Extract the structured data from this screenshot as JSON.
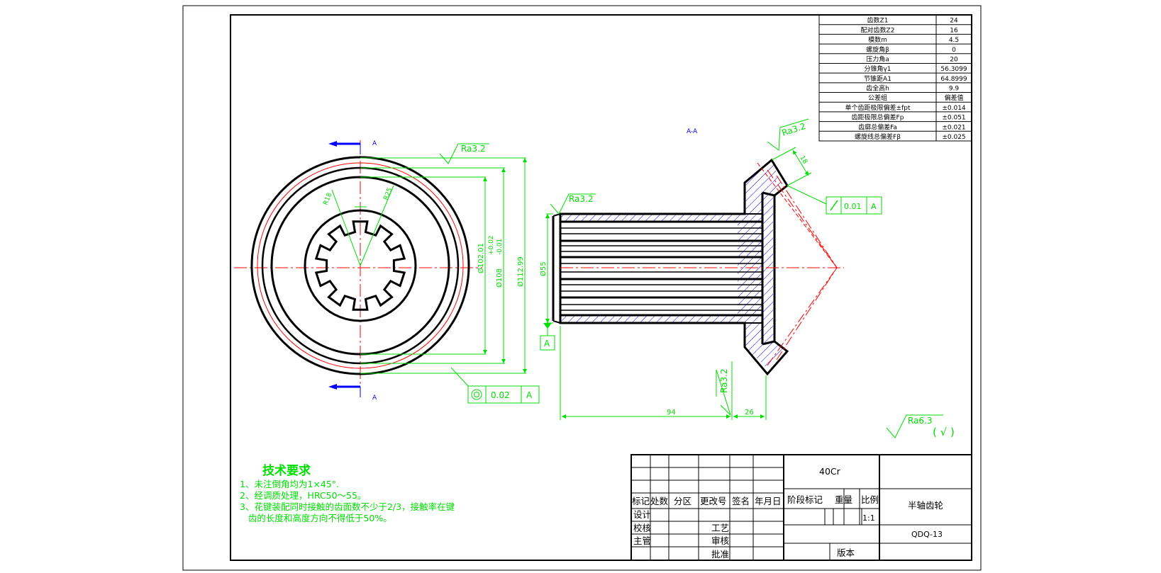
{
  "param_table": [
    {
      "label": "齿数Z1",
      "value": "24"
    },
    {
      "label": "配对齿数Z2",
      "value": "16"
    },
    {
      "label": "模数m",
      "value": "4.5"
    },
    {
      "label": "螺旋角β",
      "value": "0"
    },
    {
      "label": "压力角a",
      "value": "20"
    },
    {
      "label": "分锥角γ1",
      "value": "56.3099"
    },
    {
      "label": "节锥距A1",
      "value": "64.8999"
    },
    {
      "label": "齿全高h",
      "value": "9.9"
    },
    {
      "label": "公差组",
      "value": "偏差值"
    },
    {
      "label": "单个齿距极限偏差±fpt",
      "value": "±0.014"
    },
    {
      "label": "齿距极限总偏差Fp",
      "value": "±0.051"
    },
    {
      "label": "齿廓总偏差Fa",
      "value": "±0.021"
    },
    {
      "label": "螺旋线总偏差Fβ",
      "value": "±0.025"
    }
  ],
  "section": {
    "mark": "A",
    "title": "A-A"
  },
  "datum": "A",
  "roughness": {
    "ra32": "Ra3.2",
    "overall": "Ra6.3",
    "overall_suffix": "( √ )"
  },
  "dimensions": {
    "d_102": "Ø102.01",
    "d_108": "Ø108",
    "d_108_tol_up": "+0.02",
    "d_108_tol_low": "-0.01",
    "d_112": "Ø112.99",
    "d_55": "Ø55",
    "len_94": "94",
    "len_26": "26",
    "len_18": "18",
    "r18": "R18",
    "r25": "R25"
  },
  "tolerances": {
    "concentricity_value": "0.02",
    "runout_value": "0.01"
  },
  "tech_requirements": {
    "title": "技术要求",
    "lines": [
      "1、未注倒角均为1×45°.",
      "2、经调质处理，HRC50～55。",
      "3、花键装配同时接触的齿面数不少于2/3，接触率在键",
      "   齿的长度和高度方向不得低于50%。"
    ]
  },
  "title_block": {
    "material": "40Cr",
    "part_name": "半轴齿轮",
    "drawing_no": "QDQ-13",
    "scale": "1:1",
    "headers": [
      "标记",
      "处数",
      "分区",
      "更改号",
      "签名",
      "年月日"
    ],
    "stage_mark": "阶段标记",
    "weight": "重量",
    "ratio": "比例",
    "design": "设计",
    "check": "校核",
    "process": "工艺",
    "chief": "主管",
    "review": "审核",
    "approve": "批准",
    "edition": "版本"
  },
  "colors": {
    "line": "#000000",
    "dimension": "#00dd00",
    "center": "#ff0000",
    "section": "#0000ff"
  }
}
